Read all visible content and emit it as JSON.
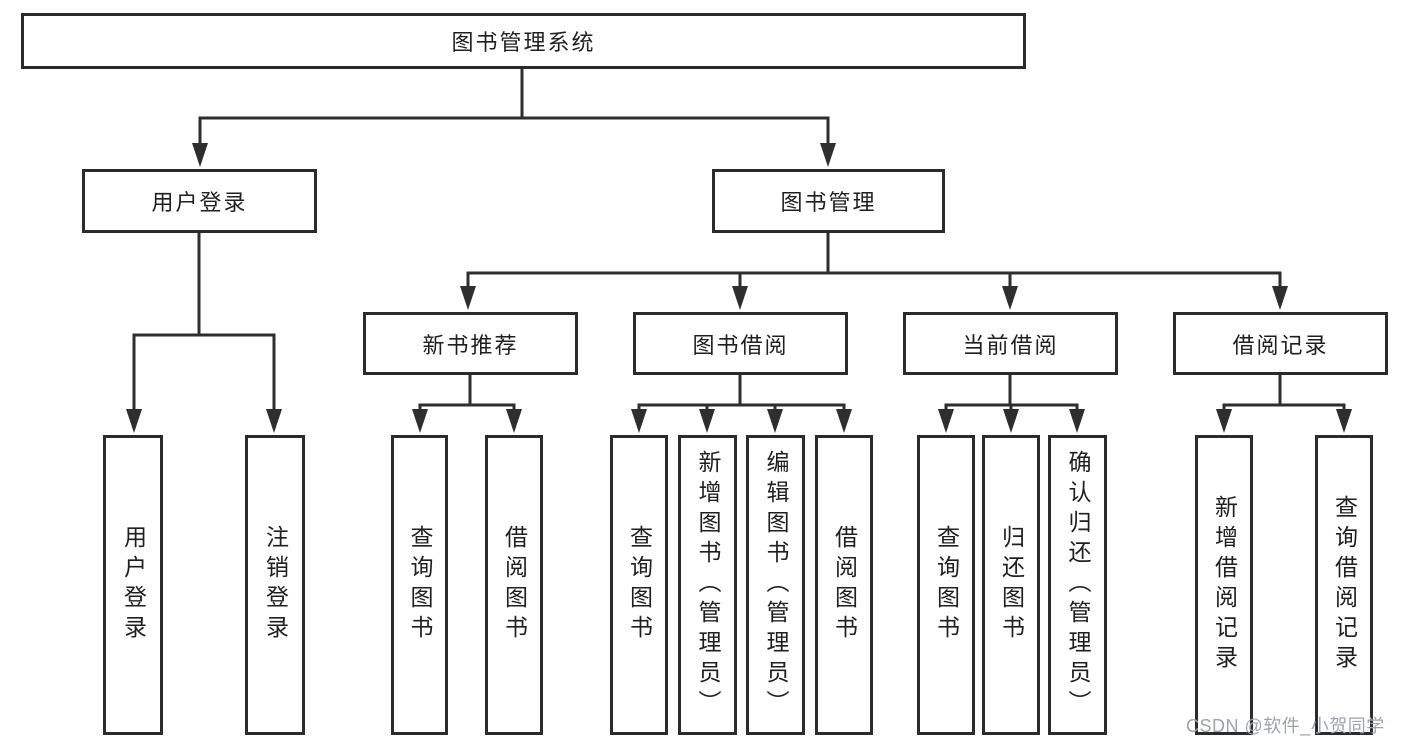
{
  "diagram": {
    "root": {
      "label": "图书管理系统"
    },
    "level2": [
      {
        "label": "用户登录"
      },
      {
        "label": "图书管理"
      }
    ],
    "level3": [
      {
        "label": "新书推荐"
      },
      {
        "label": "图书借阅"
      },
      {
        "label": "当前借阅"
      },
      {
        "label": "借阅记录"
      }
    ],
    "leaves": [
      {
        "group": "用户登录",
        "label": "用户登录"
      },
      {
        "group": "用户登录",
        "label": "注销登录"
      },
      {
        "group": "新书推荐",
        "label": "查询图书"
      },
      {
        "group": "新书推荐",
        "label": "借阅图书"
      },
      {
        "group": "图书借阅",
        "label": "查询图书"
      },
      {
        "group": "图书借阅",
        "label": "新增图书（管理员）"
      },
      {
        "group": "图书借阅",
        "label": "编辑图书（管理员）"
      },
      {
        "group": "图书借阅",
        "label": "借阅图书"
      },
      {
        "group": "当前借阅",
        "label": "查询图书"
      },
      {
        "group": "当前借阅",
        "label": "归还图书"
      },
      {
        "group": "当前借阅",
        "label": "确认归还（管理员）"
      },
      {
        "group": "借阅记录",
        "label": "新增借阅记录"
      },
      {
        "group": "借阅记录",
        "label": "查询借阅记录"
      }
    ],
    "colors": {
      "line": "#2e2e2e",
      "box_border": "#2b2b2b",
      "text": "#1f1f1f",
      "watermark": "#9fa3ac"
    }
  },
  "watermark": {
    "text": "CSDN @软件_小贺同学"
  }
}
